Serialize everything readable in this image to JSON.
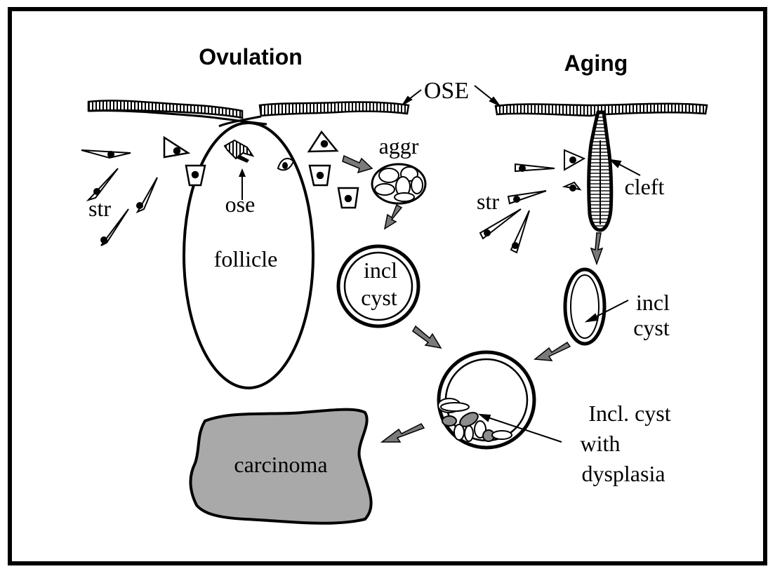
{
  "titles": {
    "left": "Ovulation",
    "right": "Aging"
  },
  "labels": {
    "ose_upper": "OSE",
    "ose_lower": "ose",
    "aggr": "aggr",
    "str_left": "str",
    "str_right": "str",
    "follicle": "follicle",
    "incl_cyst_left_line1": "incl",
    "incl_cyst_left_line2": "cyst",
    "cleft": "cleft",
    "incl_cyst_right_line1": "incl",
    "incl_cyst_right_line2": "cyst",
    "dysplasia_line1": "Incl. cyst",
    "dysplasia_line2": "with",
    "dysplasia_line3": "dysplasia",
    "carcinoma": "carcinoma"
  },
  "colors": {
    "frame": "#000000",
    "background": "#ffffff",
    "arrow_fill": "#7a7a7a",
    "carcinoma_fill": "#a9a9a9",
    "dysplastic_cell": "#8c8c8c"
  }
}
